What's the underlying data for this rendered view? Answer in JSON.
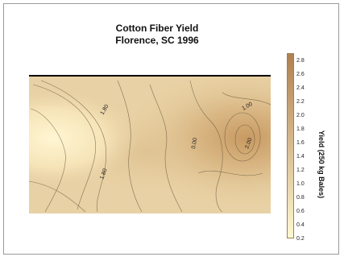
{
  "chart_data": {
    "type": "heatmap",
    "title": [
      "Cotton Fiber Yield",
      "Florence, SC 1996"
    ],
    "colorbar_label": "Yield (250 kg Bales)",
    "colorbar_ticks": [
      2.8,
      2.6,
      2.4,
      2.2,
      2.0,
      1.8,
      1.6,
      1.4,
      1.2,
      1.0,
      0.8,
      0.6,
      0.4,
      0.2
    ],
    "colorbar_range": [
      0.2,
      2.9
    ],
    "color_low": "#fff8d0",
    "color_high": "#b08050",
    "contour_labels": [
      "1.80",
      "1.80",
      "0.00",
      "1.00",
      "2.00"
    ]
  }
}
